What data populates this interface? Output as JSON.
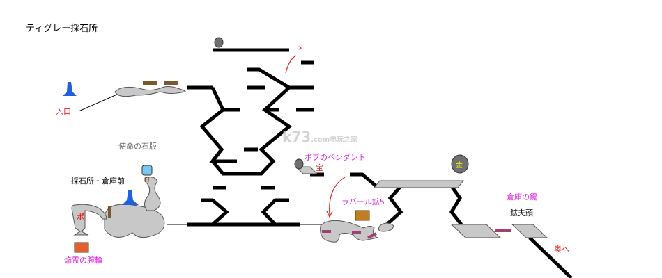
{
  "title": "ティグレー採石所",
  "labels": {
    "entrance": "入口",
    "tablet": "使命の石版",
    "quarry_warehouse": "採石所・倉庫前",
    "bo_marker": "ボ",
    "flame_bracelet": "焔霊の腕輪",
    "bob_pendant": "ボブのペンダント",
    "treasure": "宝",
    "labar_ore": "ラバール鉱5",
    "warehouse_key": "倉庫の鍵",
    "foreman": "鉱夫頭",
    "further": "奥へ",
    "gold": "金",
    "door_mark": "日",
    "x_mark": "×"
  },
  "watermark": {
    "main": "k73",
    "sub": ".com",
    "cn": "电玩之家"
  },
  "colors": {
    "path": "#000000",
    "floor": "#c8c8c8",
    "bridge": "#a04070",
    "label_pink": "#e020e0",
    "label_red": "#e02020",
    "crystal": "#2060e0"
  }
}
